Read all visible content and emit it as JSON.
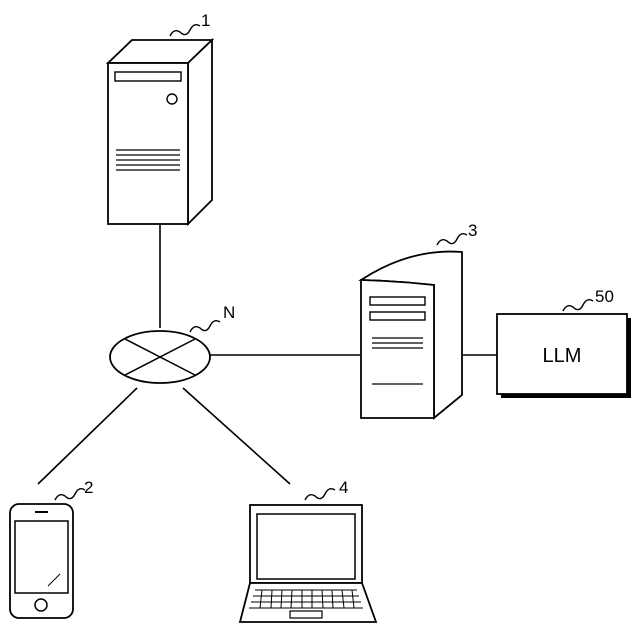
{
  "nodes": {
    "server_1": {
      "ref": "1"
    },
    "server_3": {
      "ref": "3"
    },
    "network": {
      "ref": "N"
    },
    "smartphone": {
      "ref": "2"
    },
    "laptop": {
      "ref": "4"
    },
    "llm": {
      "ref": "50",
      "label": "LLM"
    }
  },
  "links": [
    {
      "from": "server_1",
      "to": "network"
    },
    {
      "from": "network",
      "to": "server_3"
    },
    {
      "from": "server_3",
      "to": "llm"
    },
    {
      "from": "network",
      "to": "smartphone"
    },
    {
      "from": "network",
      "to": "laptop"
    }
  ]
}
